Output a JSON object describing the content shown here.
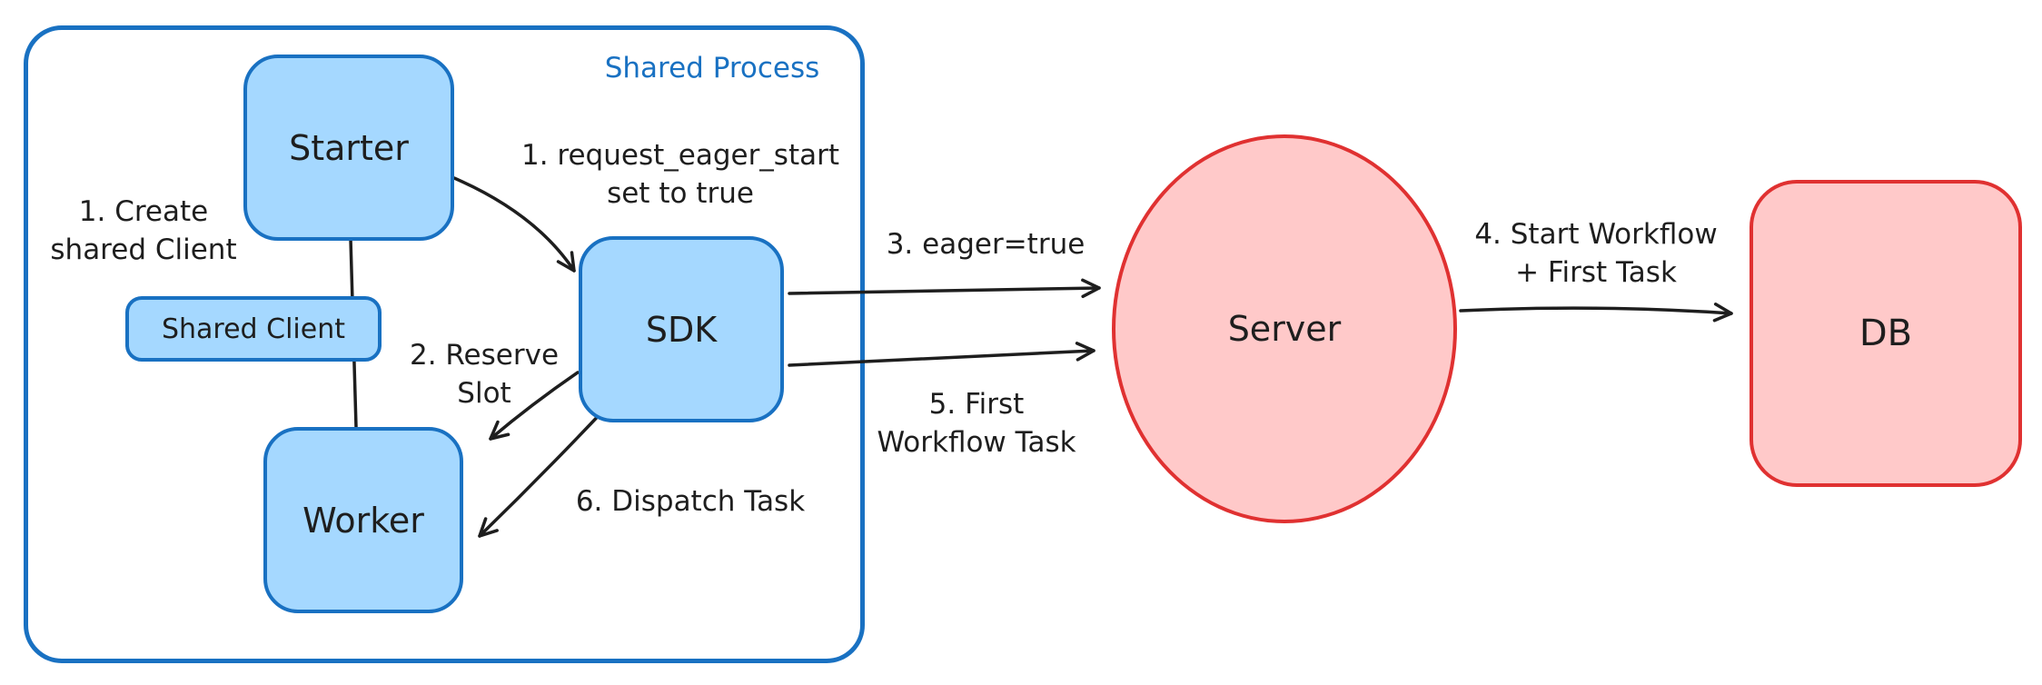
{
  "diagram": {
    "container": {
      "label": "Shared Process"
    },
    "nodes": {
      "starter": {
        "label": "Starter"
      },
      "shared_client": {
        "label": "Shared Client"
      },
      "worker": {
        "label": "Worker"
      },
      "sdk": {
        "label": "SDK"
      },
      "server": {
        "label": "Server"
      },
      "db": {
        "label": "DB"
      }
    },
    "annotations": {
      "create_shared_client": "1. Create\nshared Client",
      "request_eager_start": "1. request_eager_start\nset to true",
      "reserve_slot": "2. Reserve\nSlot",
      "eager_true": "3. eager=true",
      "start_workflow": "4. Start Workflow\n+ First Task",
      "first_workflow_task": "5. First\nWorkflow Task",
      "dispatch_task": "6. Dispatch Task"
    },
    "colors": {
      "blue_stroke": "#1971c2",
      "blue_fill": "#a5d8ff",
      "red_stroke": "#e03131",
      "red_fill": "#ffc9c9",
      "line": "#1e1e1e",
      "text": "#1e1e1e"
    }
  }
}
